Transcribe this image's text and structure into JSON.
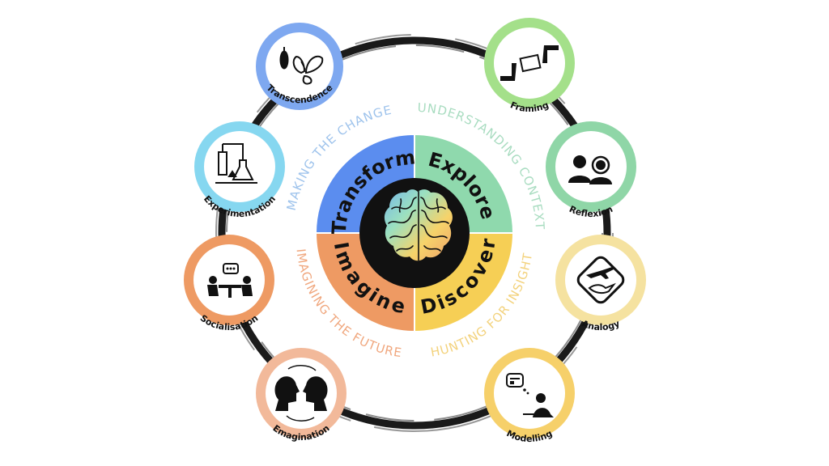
{
  "diagram": {
    "quadrants": [
      {
        "id": "transform",
        "label": "Transform",
        "color": "#5b8def"
      },
      {
        "id": "explore",
        "label": "Explore",
        "color": "#8fd9ad"
      },
      {
        "id": "discover",
        "label": "Discover",
        "color": "#f6cf55"
      },
      {
        "id": "imagine",
        "label": "Imagine",
        "color": "#ee9a63"
      }
    ],
    "arc_labels": [
      {
        "id": "making-the-change",
        "text": "MAKING THE CHANGE",
        "color": "#9ec3ec"
      },
      {
        "id": "understanding-context",
        "text": "UNDERSTANDING CONTEXT",
        "color": "#a8dcc0"
      },
      {
        "id": "hunting-for-insight",
        "text": "HUNTING FOR INSIGHT",
        "color": "#f3d27c"
      },
      {
        "id": "imagining-the-future",
        "text": "IMAGINING THE FUTURE",
        "color": "#f0a77e"
      }
    ],
    "nodes": [
      {
        "id": "transcendence",
        "label": "Transcendence",
        "color": "#7ea8f0",
        "icon": "butterfly-icon"
      },
      {
        "id": "experimentation",
        "label": "Experimentation",
        "color": "#86d7f0",
        "icon": "lab-flask-icon"
      },
      {
        "id": "socialisation",
        "label": "Socialisation",
        "color": "#ee9a63",
        "icon": "meeting-table-icon"
      },
      {
        "id": "emagination",
        "label": "Emagination",
        "color": "#f2b99a",
        "icon": "facing-heads-icon"
      },
      {
        "id": "framing",
        "label": "Framing",
        "color": "#a4e08a",
        "icon": "hands-frame-icon"
      },
      {
        "id": "reflexion",
        "label": "Reflexion",
        "color": "#8fd6a7",
        "icon": "two-people-icon"
      },
      {
        "id": "analogy",
        "label": "Analogy",
        "color": "#f5e2a0",
        "icon": "plane-bird-icon"
      },
      {
        "id": "modelling",
        "label": "Modelling",
        "color": "#f6d06a",
        "icon": "thinking-person-icon"
      }
    ],
    "center_icon": "colorful-brain-icon"
  }
}
